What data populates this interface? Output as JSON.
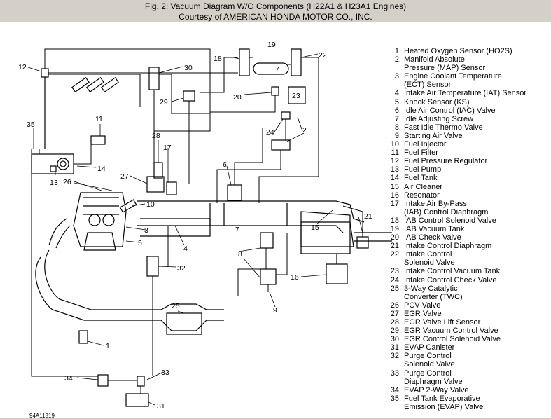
{
  "header": {
    "line1": "Fig. 2: Vacuum Diagram W/O Components (H22A1 & H23A1 Engines)",
    "line2": "Courtesy of AMERICAN HONDA MOTOR CO., INC."
  },
  "legend": [
    {
      "num": "1.",
      "lines": [
        "Heated Oxygen Sensor (HO2S)"
      ]
    },
    {
      "num": "2.",
      "lines": [
        "Manifold Absolute",
        "Pressure (MAP) Sensor"
      ]
    },
    {
      "num": "3.",
      "lines": [
        "Engine Coolant Temperature",
        "(ECT) Sensor"
      ]
    },
    {
      "num": "4.",
      "lines": [
        "Intake Air Temperature (IAT) Sensor"
      ]
    },
    {
      "num": "5.",
      "lines": [
        "Knock Sensor (KS)"
      ]
    },
    {
      "num": "6.",
      "lines": [
        "Idle Air Control (IAC) Valve"
      ]
    },
    {
      "num": "7.",
      "lines": [
        "Idle Adjusting Screw"
      ]
    },
    {
      "num": "8.",
      "lines": [
        "Fast Idle Thermo Valve"
      ]
    },
    {
      "num": "9.",
      "lines": [
        "Starting Air Valve"
      ]
    },
    {
      "num": "10.",
      "lines": [
        "Fuel Injector"
      ]
    },
    {
      "num": "11.",
      "lines": [
        "Fuel Filter"
      ]
    },
    {
      "num": "12.",
      "lines": [
        "Fuel Pressure Regulator"
      ]
    },
    {
      "num": "13.",
      "lines": [
        "Fuel Pump"
      ]
    },
    {
      "num": "14.",
      "lines": [
        "Fuel Tank"
      ]
    },
    {
      "num": "15.",
      "lines": [
        "Air Cleaner"
      ]
    },
    {
      "num": "16.",
      "lines": [
        "Resonator"
      ]
    },
    {
      "num": "17.",
      "lines": [
        "Intake Air By-Pass",
        "(IAB) Control Diaphragm"
      ]
    },
    {
      "num": "18.",
      "lines": [
        "IAB Control Solenoid Valve"
      ]
    },
    {
      "num": "19.",
      "lines": [
        "IAB Vacuum Tank"
      ]
    },
    {
      "num": "20.",
      "lines": [
        "IAB Check Valve"
      ]
    },
    {
      "num": "21.",
      "lines": [
        "Intake Control Diaphragm"
      ]
    },
    {
      "num": "22.",
      "lines": [
        "Intake Control",
        "Solenoid Valve"
      ]
    },
    {
      "num": "23.",
      "lines": [
        "Intake Control Vacuum Tank"
      ]
    },
    {
      "num": "24.",
      "lines": [
        "Intake Control Check Valve"
      ]
    },
    {
      "num": "25.",
      "lines": [
        "3-Way Catalytic",
        "Converter (TWC)"
      ]
    },
    {
      "num": "26.",
      "lines": [
        "PCV Valve"
      ]
    },
    {
      "num": "27.",
      "lines": [
        "EGR Valve"
      ]
    },
    {
      "num": "28.",
      "lines": [
        "EGR Valve Lift Sensor"
      ]
    },
    {
      "num": "29.",
      "lines": [
        "EGR Vacuum Control Valve"
      ]
    },
    {
      "num": "30.",
      "lines": [
        "EGR Control Solenoid Valve"
      ]
    },
    {
      "num": "31.",
      "lines": [
        "EVAP Canister"
      ]
    },
    {
      "num": "32.",
      "lines": [
        "Purge Control",
        "Solenoid Valve"
      ]
    },
    {
      "num": "33.",
      "lines": [
        "Purge Control",
        "Diaphragm Valve"
      ]
    },
    {
      "num": "34.",
      "lines": [
        "EVAP 2-Way Valve"
      ]
    },
    {
      "num": "35.",
      "lines": [
        "Fuel Tank Evaporative",
        "Emission (EVAP) Valve"
      ]
    }
  ],
  "callouts": [
    "1",
    "2",
    "3",
    "4",
    "5",
    "6",
    "7",
    "8",
    "9",
    "10",
    "11",
    "12",
    "13",
    "14",
    "15",
    "16",
    "17",
    "18",
    "19",
    "20",
    "21",
    "22",
    "23",
    "24",
    "25",
    "26",
    "27",
    "28",
    "29",
    "30",
    "31",
    "32",
    "33",
    "34",
    "35"
  ],
  "partno": "94A11819"
}
